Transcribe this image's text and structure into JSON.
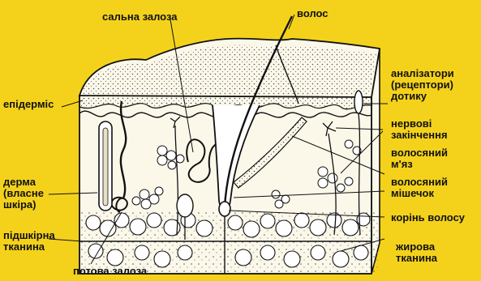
{
  "colors": {
    "background": "#f4d21c",
    "skin": "#fbf8ea",
    "ink": "#111111",
    "dermis_cell": "#ffffff"
  },
  "labels": {
    "sebaceous_gland": "сальна залоза",
    "hair": "волос",
    "receptors": [
      "аналізатори",
      "(рецептори)",
      "дотику"
    ],
    "epidermis": "епідерміс",
    "nerve_endings": [
      "нервові",
      "закінчення"
    ],
    "hair_muscle": [
      "волосяний",
      "м'яз"
    ],
    "hair_follicle": [
      "волосяний",
      "мішечок"
    ],
    "dermis": [
      "дерма",
      "(власне",
      "шкіра)"
    ],
    "hair_root": "корінь волосу",
    "subcutaneous": [
      "підшкірна",
      "тканина"
    ],
    "fat_tissue": [
      "жирова",
      "тканина"
    ],
    "sweat_gland": "потова залоза"
  }
}
